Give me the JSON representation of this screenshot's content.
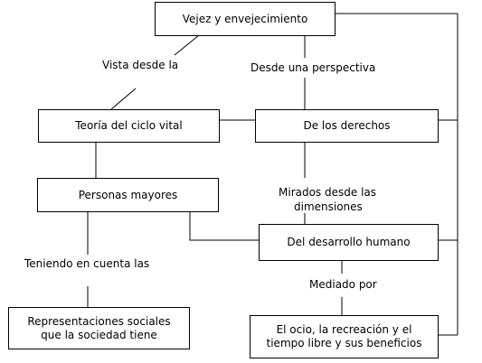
{
  "diagram": {
    "nodes": {
      "root": "Vejez y envejecimiento",
      "ciclo": "Teoría del ciclo vital",
      "derechos": "De los derechos",
      "personas": "Personas mayores",
      "desarrollo": "Del desarrollo humano",
      "representaciones": [
        "Representaciones sociales",
        "que la sociedad tiene"
      ],
      "ocio": [
        "El ocio, la recreación y el",
        "tiempo libre y sus beneficios"
      ]
    },
    "connectors": {
      "vista": "Vista desde la",
      "perspectiva": "Desde una perspectiva",
      "mirados": "Mirados desde las",
      "dimensiones": "dimensiones",
      "teniendo": "Teniendo en cuenta las",
      "mediado": "Mediado por"
    }
  }
}
